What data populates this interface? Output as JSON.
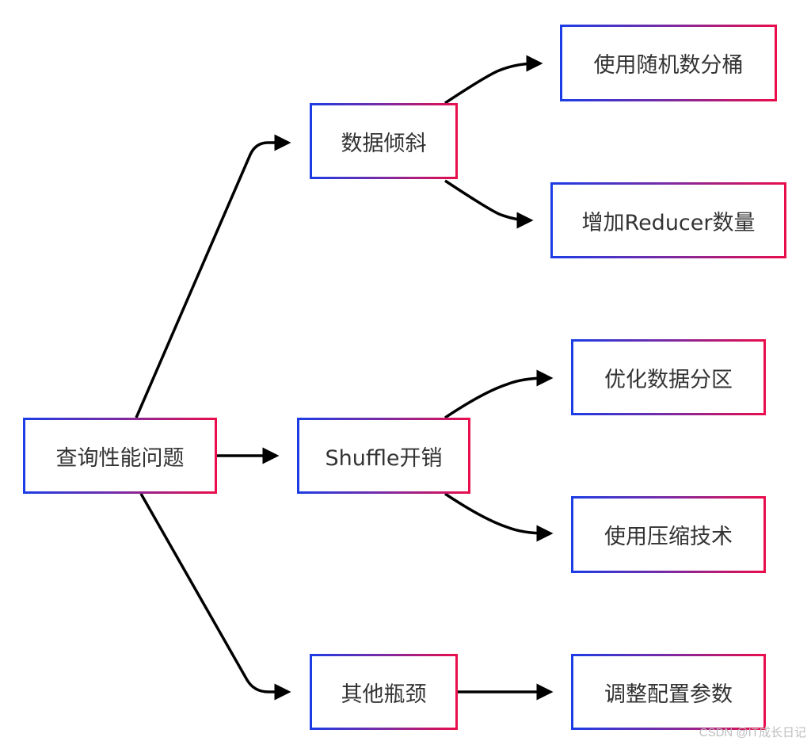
{
  "diagram": {
    "nodes": [
      {
        "id": "root",
        "label": "查询性能问题"
      },
      {
        "id": "skew",
        "label": "数据倾斜"
      },
      {
        "id": "shuffle",
        "label": "Shuffle开销"
      },
      {
        "id": "other",
        "label": "其他瓶颈"
      },
      {
        "id": "bucket",
        "label": "使用随机数分桶"
      },
      {
        "id": "reducer",
        "label": "增加Reducer数量"
      },
      {
        "id": "partition",
        "label": "优化数据分区"
      },
      {
        "id": "compress",
        "label": "使用压缩技术"
      },
      {
        "id": "config",
        "label": "调整配置参数"
      }
    ],
    "edges": [
      {
        "from": "root",
        "to": "skew"
      },
      {
        "from": "root",
        "to": "shuffle"
      },
      {
        "from": "root",
        "to": "other"
      },
      {
        "from": "skew",
        "to": "bucket"
      },
      {
        "from": "skew",
        "to": "reducer"
      },
      {
        "from": "shuffle",
        "to": "partition"
      },
      {
        "from": "shuffle",
        "to": "compress"
      },
      {
        "from": "other",
        "to": "config"
      }
    ],
    "colors": {
      "border_start": "#1b3de6",
      "border_end": "#ea0d4b",
      "edge": "#000000",
      "text": "#333333"
    }
  },
  "watermark": "CSDN @IT成长日记"
}
